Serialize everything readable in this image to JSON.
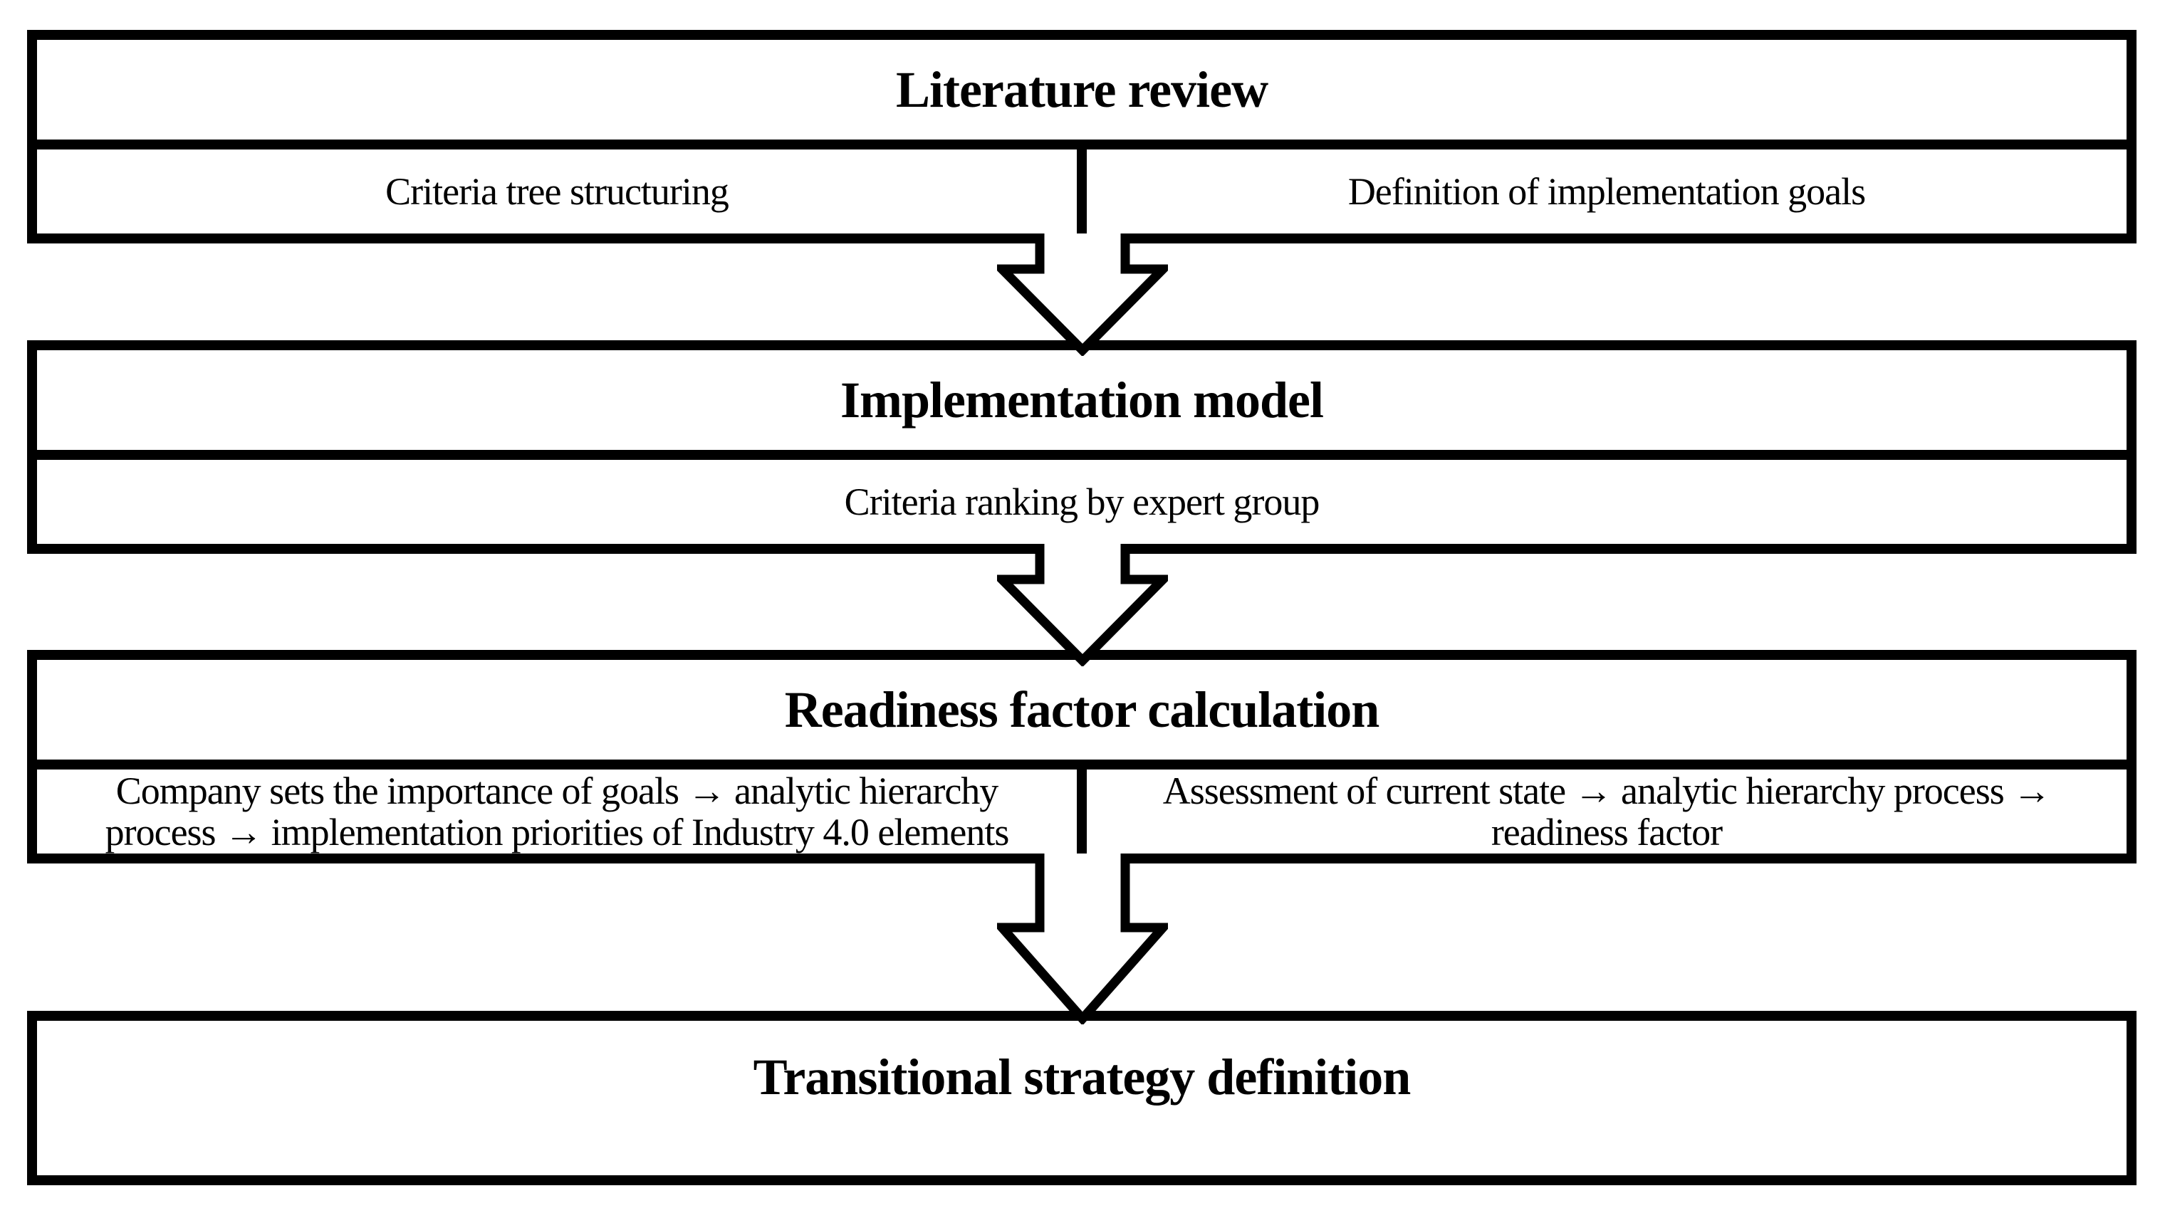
{
  "figure": {
    "background_color": "#ffffff",
    "line_color": "#000000",
    "connector_icon": "down-block-arrow-icon",
    "connector_count": 3,
    "stages": [
      {
        "title": "Literature review",
        "cells": [
          "Criteria tree structuring",
          "Definition of implementation goals"
        ]
      },
      {
        "title": "Implementation model",
        "cells": [
          "Criteria ranking by expert group"
        ]
      },
      {
        "title": "Readiness factor calculation",
        "cells": [
          "Company sets the importance of goals → analytic hierarchy\nprocess → implementation priorities of Industry 4.0 elements",
          "Assessment of current state → analytic hierarchy process →\nreadiness factor"
        ]
      },
      {
        "title": "Transitional strategy definition",
        "cells": []
      }
    ]
  }
}
